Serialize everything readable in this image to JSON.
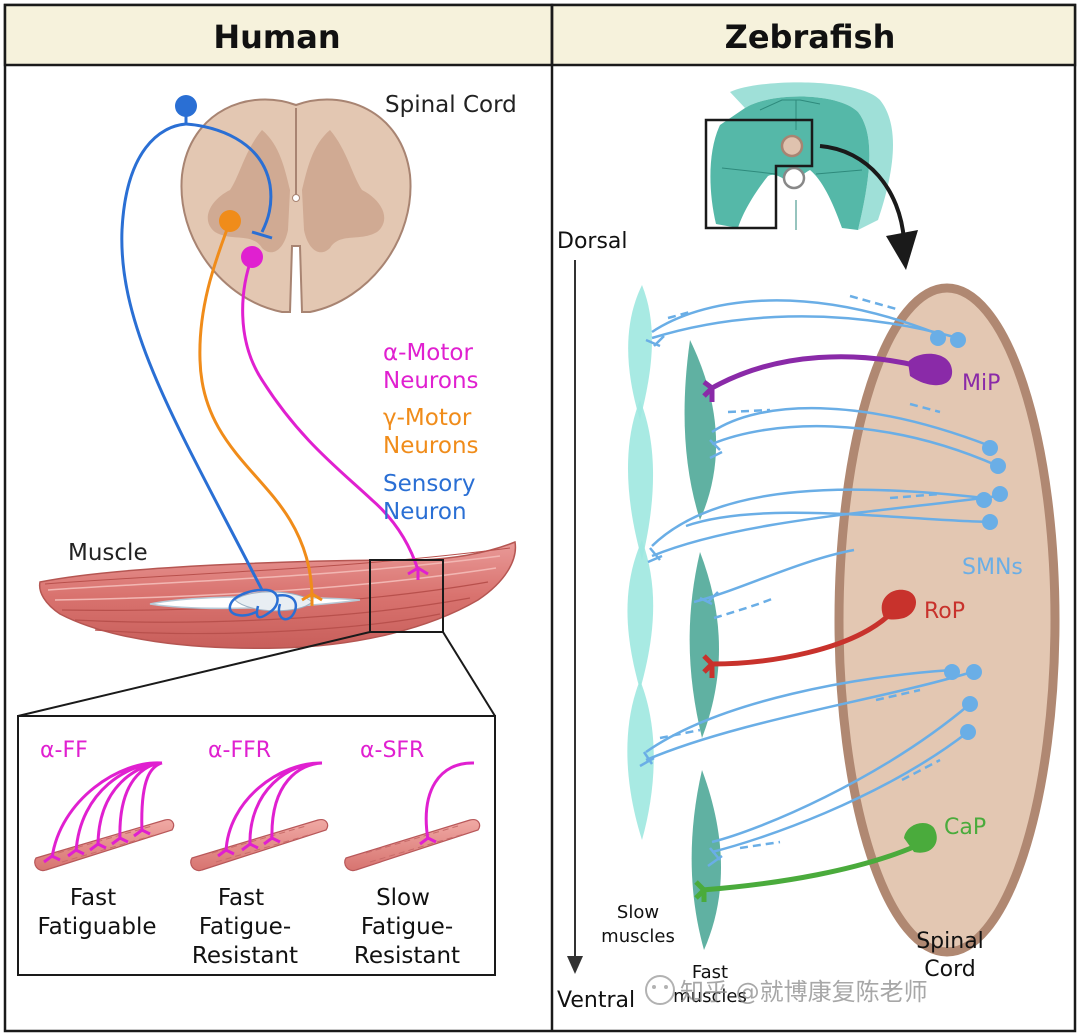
{
  "panels": {
    "human": {
      "header": "Human"
    },
    "zebrafish": {
      "header": "Zebrafish"
    }
  },
  "human": {
    "spinal_cord_label": "Spinal Cord",
    "legend": {
      "alpha_line1": "α-Motor",
      "alpha_line2": "Neurons",
      "gamma_line1": "γ-Motor",
      "gamma_line2": "Neurons",
      "sensory_line1": "Sensory",
      "sensory_line2": "Neuron"
    },
    "muscle_label": "Muscle",
    "inset": {
      "ff_label": "α-FF",
      "ffr_label": "α-FFR",
      "sfr_label": "α-SFR",
      "ff_caption_1": "Fast",
      "ff_caption_2": "Fatiguable",
      "ffr_caption_1": "Fast",
      "ffr_caption_2": "Fatigue-",
      "ffr_caption_3": "Resistant",
      "sfr_caption_1": "Slow",
      "sfr_caption_2": "Fatigue-",
      "sfr_caption_3": "Resistant"
    }
  },
  "zebrafish": {
    "dorsal": "Dorsal",
    "ventral": "Ventral",
    "mip": "MiP",
    "smns": "SMNs",
    "rop": "RoP",
    "cap": "CaP",
    "spinal_cord_1": "Spinal",
    "spinal_cord_2": "Cord",
    "slow_muscles_1": "Slow",
    "slow_muscles_2": "muscles",
    "fast_muscles_1": "Fast",
    "fast_muscles_2": "muscles"
  },
  "watermark": "知乎 @就博康复陈老师",
  "colors": {
    "alpha": "#e020d0",
    "gamma": "#f08c1a",
    "sensory": "#2a6fd4",
    "smn": "#6aaee6",
    "mip": "#8a2aa8",
    "rop": "#c8322c",
    "cap": "#4aab3c",
    "header_bg": "#f6f2dc",
    "cord_fill": "#e3c7b2",
    "cord_edge": "#b08872"
  }
}
